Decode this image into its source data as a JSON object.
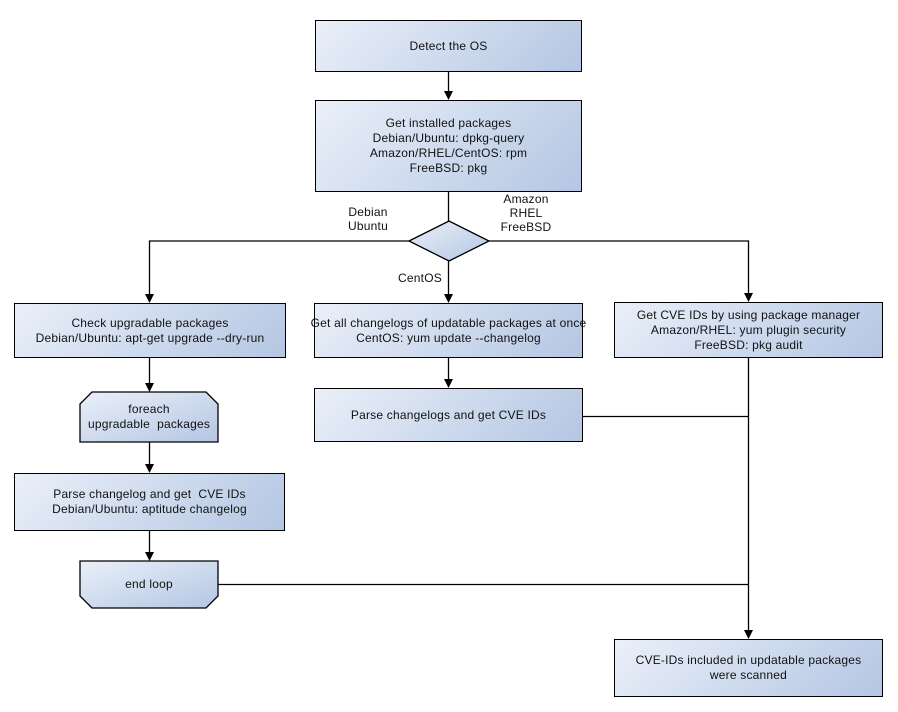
{
  "diagram": {
    "type": "flowchart",
    "colors": {
      "node_fill_light": "#eaf0f9",
      "node_fill_dark": "#b4c6e3",
      "node_border": "#000000",
      "connector": "#000000",
      "text": "#111111"
    },
    "nodes": {
      "detect_os": {
        "text": "Detect the OS"
      },
      "get_installed": {
        "text": "Get installed packages\nDebian/Ubuntu: dpkg-query\nAmazon/RHEL/CentOS: rpm\nFreeBSD: pkg"
      },
      "check_upgradable": {
        "text": "Check upgradable packages\nDebian/Ubuntu: apt-get upgrade --dry-run"
      },
      "get_changelogs": {
        "text": "Get all changelogs of updatable packages at once\nCentOS: yum update --changelog"
      },
      "get_cve_ids": {
        "text": "Get CVE IDs by using package manager\nAmazon/RHEL: yum plugin security\nFreeBSD: pkg audit"
      },
      "foreach_loop": {
        "text": "foreach\nupgradable  packages"
      },
      "parse_changelog": {
        "text": "Parse changelog and get  CVE IDs\nDebian/Ubuntu: aptitude changelog"
      },
      "end_loop": {
        "text": "end loop"
      },
      "parse_changelogs": {
        "text": "Parse changelogs and get CVE IDs"
      },
      "scanned": {
        "text": "CVE-IDs included in updatable packages\nwere scanned"
      }
    },
    "edge_labels": {
      "debian_ubuntu": "Debian\nUbuntu",
      "amazon_rhel_freebsd": "Amazon\nRHEL\nFreeBSD",
      "centos": "CentOS"
    }
  }
}
